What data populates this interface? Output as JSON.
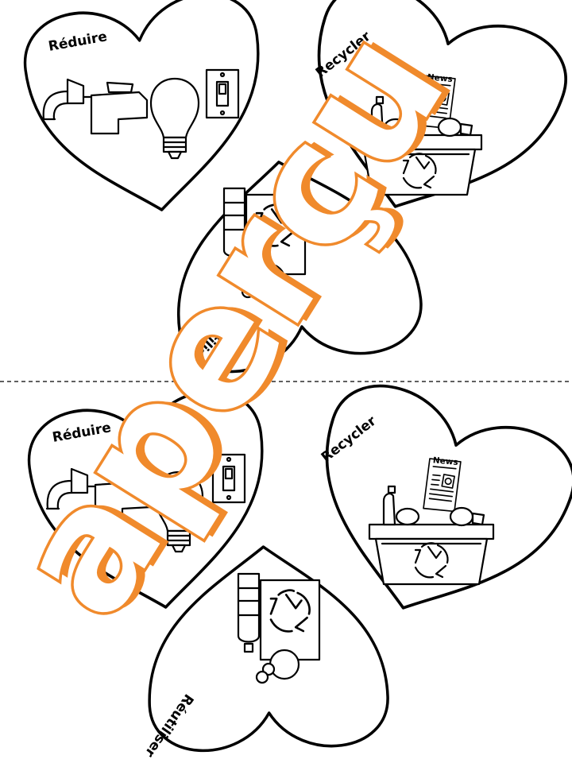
{
  "sheet": {
    "cut_line": "dashed",
    "top_set": {
      "reduce_label": "Réduire",
      "recycle_label": "Recycler",
      "reuse_label": "Réutiliser"
    },
    "bottom_set": {
      "reduce_label": "Réduire",
      "recycle_label": "Recycler",
      "reuse_label": "Réutiliser"
    }
  },
  "newspaper_text": "News",
  "watermark": {
    "text": "aperçu",
    "color": "#f08a2c"
  },
  "icons": [
    "faucet-icon",
    "light-bulb-icon",
    "light-switch-icon",
    "recycling-bin-icon",
    "newspaper-icon",
    "bottle-icon",
    "recycle-symbol-icon",
    "reuse-bag-icon"
  ]
}
